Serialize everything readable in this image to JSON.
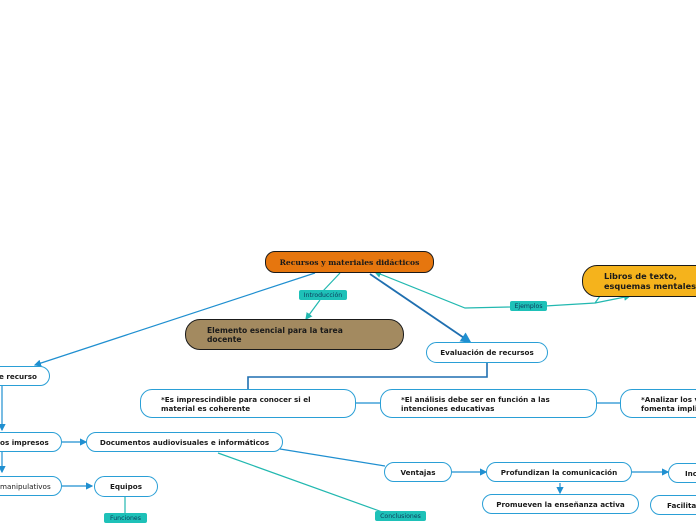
{
  "root": "Recursos y materiales didácticos",
  "tags": {
    "introduccion": "Introducción",
    "ejemplos": "Ejemplos",
    "funciones": "Funciones",
    "conclusiones": "Conclusiones"
  },
  "nodes": {
    "elemento_esencial": "Elemento esencial para la tarea docente",
    "libros": "Libros de texto, esquemas mentales,etc",
    "evaluacion": "Evaluación de recursos",
    "tipos_recurso": "e recurso",
    "imprescindible": "*Es imprescindible para conocer si el material es coherente",
    "analisis": "*El análisis debe ser en función a las intenciones educativas",
    "analizar": "*Analizar los v fomenta implic",
    "impresos": "os impresos",
    "audiovisuales": "Documentos audiovisuales e informáticos",
    "manipulativos": "manipulativos",
    "equipos": "Equipos",
    "ventajas": "Ventajas",
    "profundizan": "Profundizan la comunicación",
    "promueven": "Promueven la enseñanza activa",
    "inc": "Inc",
    "facilita": "Facilita"
  },
  "colors": {
    "root_fill": "#e6760e",
    "essential_fill": "#a38a60",
    "books_fill": "#f5b31c",
    "tag_fill": "#1ec1b8",
    "connector_blue": "#1f8fd0",
    "connector_teal": "#22b8b0"
  }
}
